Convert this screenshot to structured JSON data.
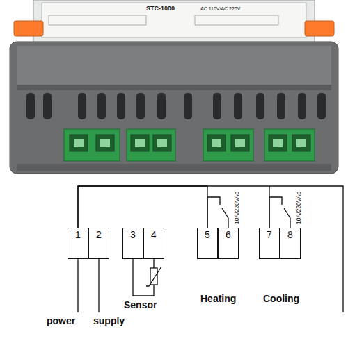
{
  "diagram": {
    "nodes": [
      {
        "text": [
          "1"
        ]
      },
      {
        "text": [
          "2"
        ]
      },
      {
        "text": [
          "3"
        ]
      },
      {
        "text": [
          "4"
        ]
      },
      {
        "text": [
          "5"
        ]
      },
      {
        "text": [
          "6"
        ]
      },
      {
        "text": [
          "7"
        ]
      },
      {
        "text": [
          "8"
        ]
      }
    ],
    "edges": [
      {
        "from": 0,
        "to": 4,
        "arrow": "none"
      },
      {
        "from": 0,
        "to": 6,
        "arrow": "none"
      },
      {
        "from": 4,
        "to": 5,
        "arrow": "none"
      },
      {
        "from": 6,
        "to": 7,
        "arrow": "none"
      },
      {
        "from": 2,
        "to": 3,
        "arrow": "none"
      }
    ],
    "labels": [
      "STC-1000",
      "AC 110V/AC 220V",
      "Sensor",
      "Heating",
      "Cooling",
      "power",
      "supply",
      "10A/220VAc",
      "10A/220VAc"
    ]
  }
}
